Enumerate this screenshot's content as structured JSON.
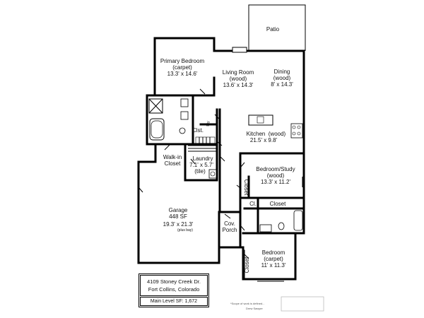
{
  "rooms": {
    "patio": "Patio",
    "primary_bedroom": [
      "Primary Bedroom",
      "(carpet)",
      "13.3' x 14.6'"
    ],
    "living_room": [
      "Living Room",
      "(wood)",
      "13.6' x 14.3'"
    ],
    "dining": [
      "Dining",
      "(wood)",
      "8' x 14.3'"
    ],
    "pantry": "Pty",
    "closet_small": "Clst.",
    "kitchen": [
      "Kitchen",
      "(wood)",
      "21.5' x 9.8'"
    ],
    "walk_in_closet": [
      "Walk-in",
      "Closet"
    ],
    "laundry": [
      "Laundry",
      "7.1' x 5.7'",
      "(tile)"
    ],
    "bedroom_study": [
      "Bedroom/Study",
      "(wood)",
      "13.3' x 11.2'"
    ],
    "closet_vertical": "Closet",
    "cl": "Cl.",
    "closet_horizontal": "Closet",
    "garage": [
      "Garage",
      "448 SF",
      "19.3' x 21.3'",
      "(plus bay)"
    ],
    "cov_porch": [
      "Cov.",
      "Porch"
    ],
    "bedroom": [
      "Bedroom",
      "(carpet)",
      "11' x 11.3'"
    ],
    "closet_bedroom": "Closet"
  },
  "info": {
    "address_line1": "4109 Stoney Creek Dr.",
    "address_line2": "Fort Collins, Colorado",
    "main_level_sf": "Main Level SF: 1,672"
  },
  "disclaimer": {
    "line1": "*Scope of work is defined...",
    "line2": "Drew Sawyer"
  }
}
